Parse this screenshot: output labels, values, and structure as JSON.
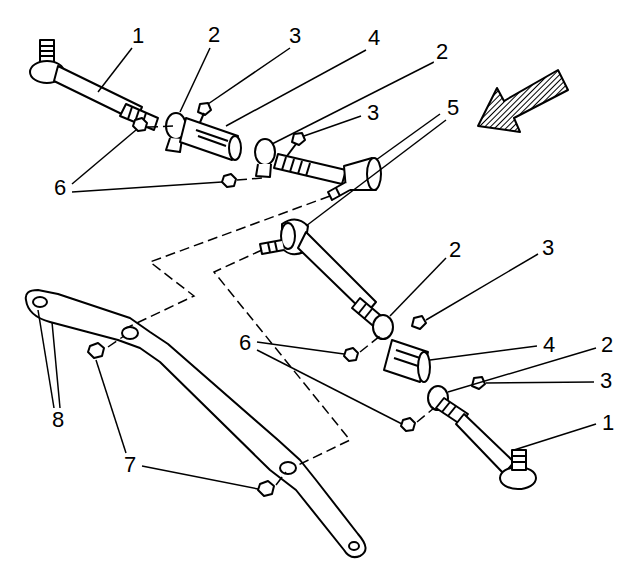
{
  "diagram": {
    "labels": [
      "1",
      "2",
      "3",
      "4",
      "2",
      "3",
      "5",
      "6",
      "2",
      "3",
      "6",
      "4",
      "2",
      "3",
      "8",
      "1",
      "7"
    ]
  }
}
